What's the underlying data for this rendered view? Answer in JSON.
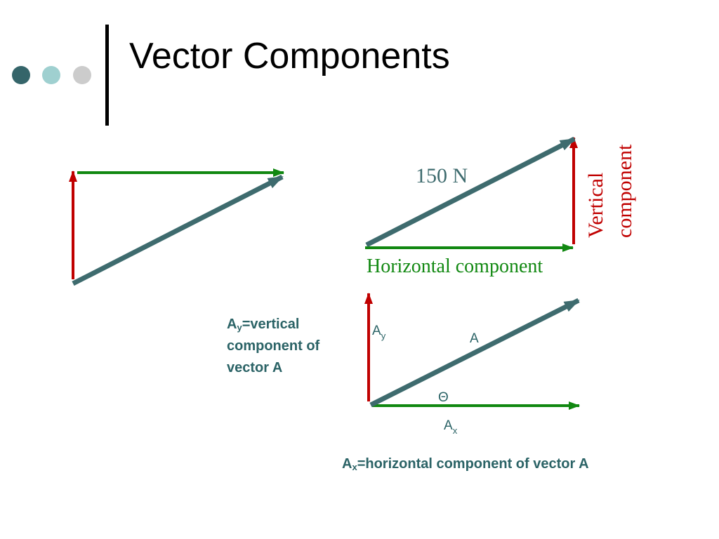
{
  "slide": {
    "title": "Vector Components"
  },
  "colors": {
    "resultant": "#3e6b6e",
    "vertical": "#c00000",
    "horizontal": "#118811",
    "dot_dark": "#35656a",
    "dot_light": "#9fd0d0",
    "dot_gray": "#cccccc",
    "note_text": "#2b6366"
  },
  "diagram_top": {
    "magnitude_label": "150 N",
    "vertical_label_line1": "Vertical",
    "vertical_label_line2": "component",
    "horizontal_label": "Horizontal component"
  },
  "diagram_bottom": {
    "vector_label": "A",
    "vertical_label_base": "A",
    "vertical_label_sub": "y",
    "horizontal_label_base": "A",
    "horizontal_label_sub": "x",
    "angle_label": "Θ"
  },
  "notes": {
    "vertical_note": {
      "base": "A",
      "sub": "y",
      "rest_line1": "=vertical",
      "line2": "component of",
      "line3": "vector A"
    },
    "horizontal_note": {
      "base": "A",
      "sub": "x",
      "rest": "=horizontal component of vector A"
    }
  }
}
